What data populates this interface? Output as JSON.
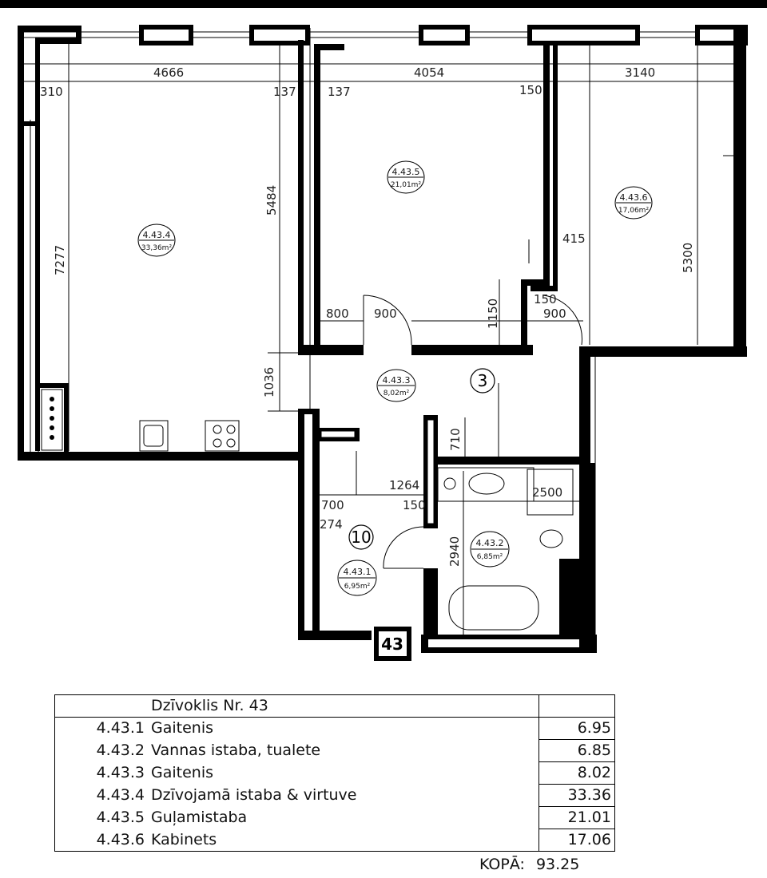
{
  "plan": {
    "apartment_number": "43",
    "dimensions": {
      "d4666": "4666",
      "d4054": "4054",
      "d3140": "3140",
      "d310": "310",
      "d137a": "137",
      "d137b": "137",
      "d150a": "150",
      "d7277": "7277",
      "d5484": "5484",
      "d5300": "5300",
      "d415": "415",
      "d800": "800",
      "d900a": "900",
      "d1150": "1150",
      "d150b": "150",
      "d900b": "900",
      "d1036": "1036",
      "d710": "710",
      "d1264": "1264",
      "d150c": "150",
      "d700": "700",
      "d274": "274",
      "d2940": "2940",
      "d2500": "2500"
    },
    "markers": {
      "m3": "3",
      "m10": "10"
    },
    "rooms": [
      {
        "id": "4.43.1",
        "area": "6,95m²"
      },
      {
        "id": "4.43.2",
        "area": "6,85m²"
      },
      {
        "id": "4.43.3",
        "area": "8,02m²"
      },
      {
        "id": "4.43.4",
        "area": "33,36m²"
      },
      {
        "id": "4.43.5",
        "area": "21,01m²"
      },
      {
        "id": "4.43.6",
        "area": "17,06m²"
      }
    ]
  },
  "table": {
    "title": "Dzīvoklis Nr. 43",
    "rows": [
      {
        "code": "4.43.1",
        "name": "Gaitenis",
        "area": "6.95"
      },
      {
        "code": "4.43.2",
        "name": "Vannas istaba, tualete",
        "area": "6.85"
      },
      {
        "code": "4.43.3",
        "name": "Gaitenis",
        "area": "8.02"
      },
      {
        "code": "4.43.4",
        "name": "Dzīvojamā istaba & virtuve",
        "area": "33.36"
      },
      {
        "code": "4.43.5",
        "name": "Guļamistaba",
        "area": "21.01"
      },
      {
        "code": "4.43.6",
        "name": "Kabinets",
        "area": "17.06"
      }
    ],
    "total_label": "KOPĀ:",
    "total_value": "93.25"
  }
}
